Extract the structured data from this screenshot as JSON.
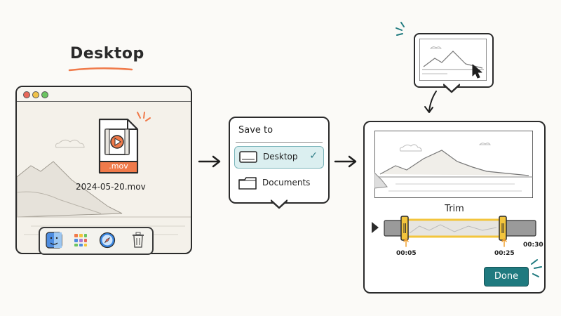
{
  "title": "Desktop",
  "desktop": {
    "file_badge": ".mov",
    "file_name": "2024-05-20.mov",
    "dock_icons": [
      "finder-icon",
      "launchpad-icon",
      "safari-icon",
      "trash-icon"
    ]
  },
  "save_dialog": {
    "title": "Save to",
    "options": [
      {
        "label": "Desktop",
        "icon": "monitor-icon",
        "selected": true
      },
      {
        "label": "Documents",
        "icon": "folder-icon",
        "selected": false
      }
    ]
  },
  "trim": {
    "title": "Trim",
    "start_time": "00:05",
    "end_time": "00:25",
    "total_time": "00:30",
    "done_label": "Done"
  },
  "colors": {
    "accent_orange": "#f07a4a",
    "teal": "#1f7a7f",
    "trim_yellow": "#f3c53c"
  }
}
